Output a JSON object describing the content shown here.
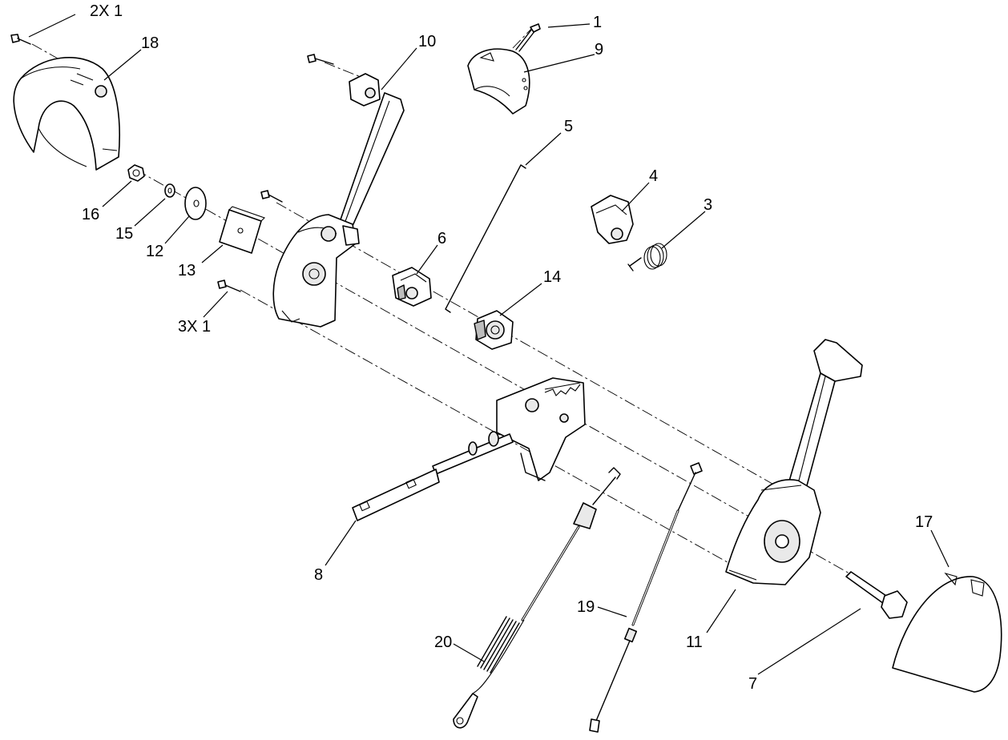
{
  "callouts": [
    {
      "id": "c-2x1",
      "text": "2X 1"
    },
    {
      "id": "c-18",
      "text": "18"
    },
    {
      "id": "c-10",
      "text": "10"
    },
    {
      "id": "c-1",
      "text": "1"
    },
    {
      "id": "c-9",
      "text": "9"
    },
    {
      "id": "c-5",
      "text": "5"
    },
    {
      "id": "c-4",
      "text": "4"
    },
    {
      "id": "c-3",
      "text": "3"
    },
    {
      "id": "c-16",
      "text": "16"
    },
    {
      "id": "c-15",
      "text": "15"
    },
    {
      "id": "c-12",
      "text": "12"
    },
    {
      "id": "c-13",
      "text": "13"
    },
    {
      "id": "c-6",
      "text": "6"
    },
    {
      "id": "c-14",
      "text": "14"
    },
    {
      "id": "c-3x1",
      "text": "3X 1"
    },
    {
      "id": "c-8",
      "text": "8"
    },
    {
      "id": "c-17",
      "text": "17"
    },
    {
      "id": "c-19",
      "text": "19"
    },
    {
      "id": "c-20",
      "text": "20"
    },
    {
      "id": "c-11",
      "text": "11"
    },
    {
      "id": "c-7",
      "text": "7"
    }
  ]
}
